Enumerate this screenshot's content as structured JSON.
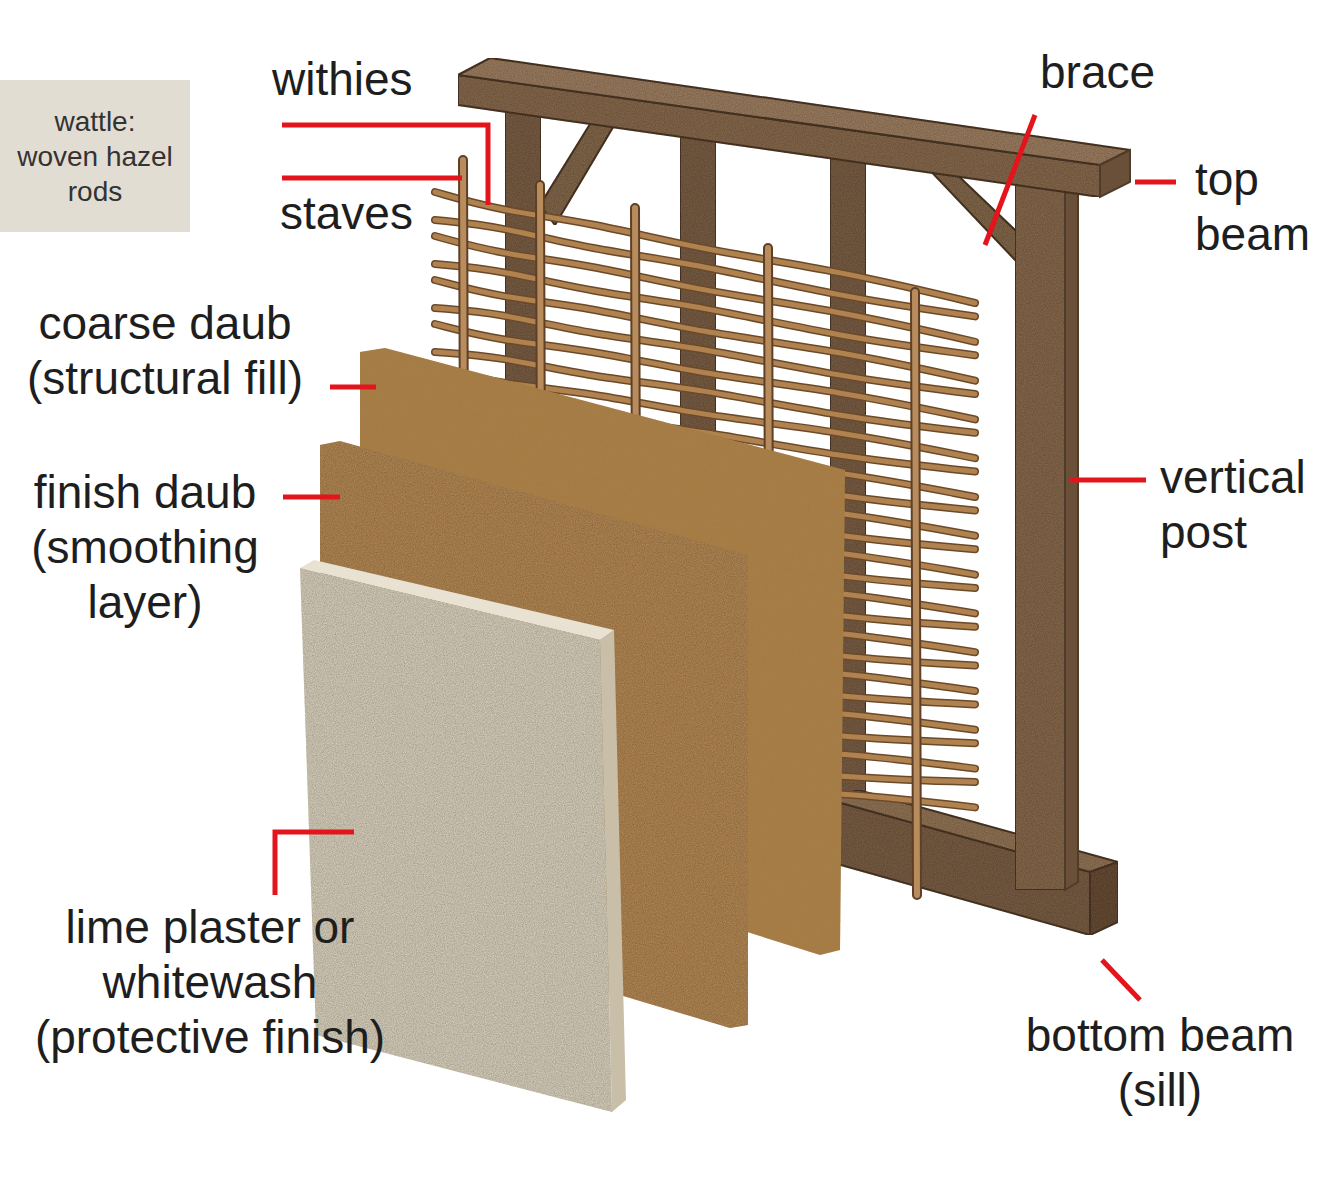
{
  "diagram": {
    "nodes": [
      {
        "text": [
          "wattle: woven hazel rods"
        ]
      }
    ],
    "labels": [
      "withies",
      "staves",
      "coarse daub (structural fill)",
      "finish daub (smoothing layer)",
      "lime plaster or whitewash (protective finish)",
      "brace",
      "top beam",
      "vertical post",
      "bottom beam (sill)"
    ]
  }
}
